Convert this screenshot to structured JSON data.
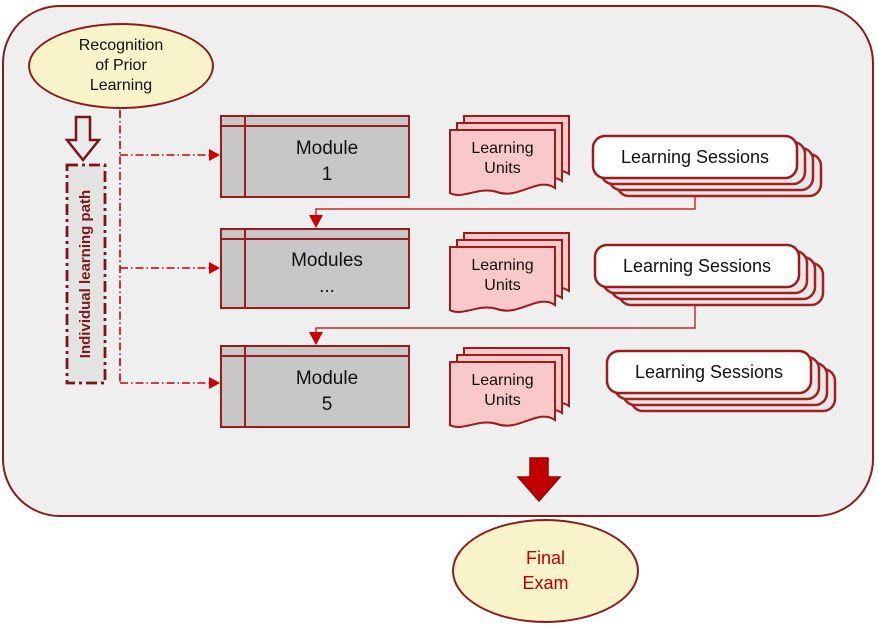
{
  "diagram": {
    "rpl": {
      "line1": "Recognition",
      "line2": "of Prior",
      "line3": "Learning"
    },
    "individual_path_label": "Individual learning path",
    "rows": [
      {
        "module_line1": "Module",
        "module_line2": "1",
        "units_line1": "Learning",
        "units_line2": "Units",
        "sessions_label": "Learning Sessions"
      },
      {
        "module_line1": "Modules",
        "module_line2": "...",
        "units_line1": "Learning",
        "units_line2": "Units",
        "sessions_label": "Learning Sessions"
      },
      {
        "module_line1": "Module",
        "module_line2": "5",
        "units_line1": "Learning",
        "units_line2": "Units",
        "sessions_label": "Learning Sessions"
      }
    ],
    "final_exam": {
      "line1": "Final",
      "line2": "Exam"
    },
    "colors": {
      "container_fill": "#f0eff0",
      "maroon_border": "#8e1a1a",
      "module_fill": "#c7c7c7",
      "units_fill": "#f9c9c9",
      "sessions_front_fill": "#ffffff",
      "sessions_back_fill": "#e8e8e8",
      "ellipse_fill": "#f8f3c9",
      "accent_red": "#c00000",
      "final_exam_text": "#c00000"
    }
  }
}
